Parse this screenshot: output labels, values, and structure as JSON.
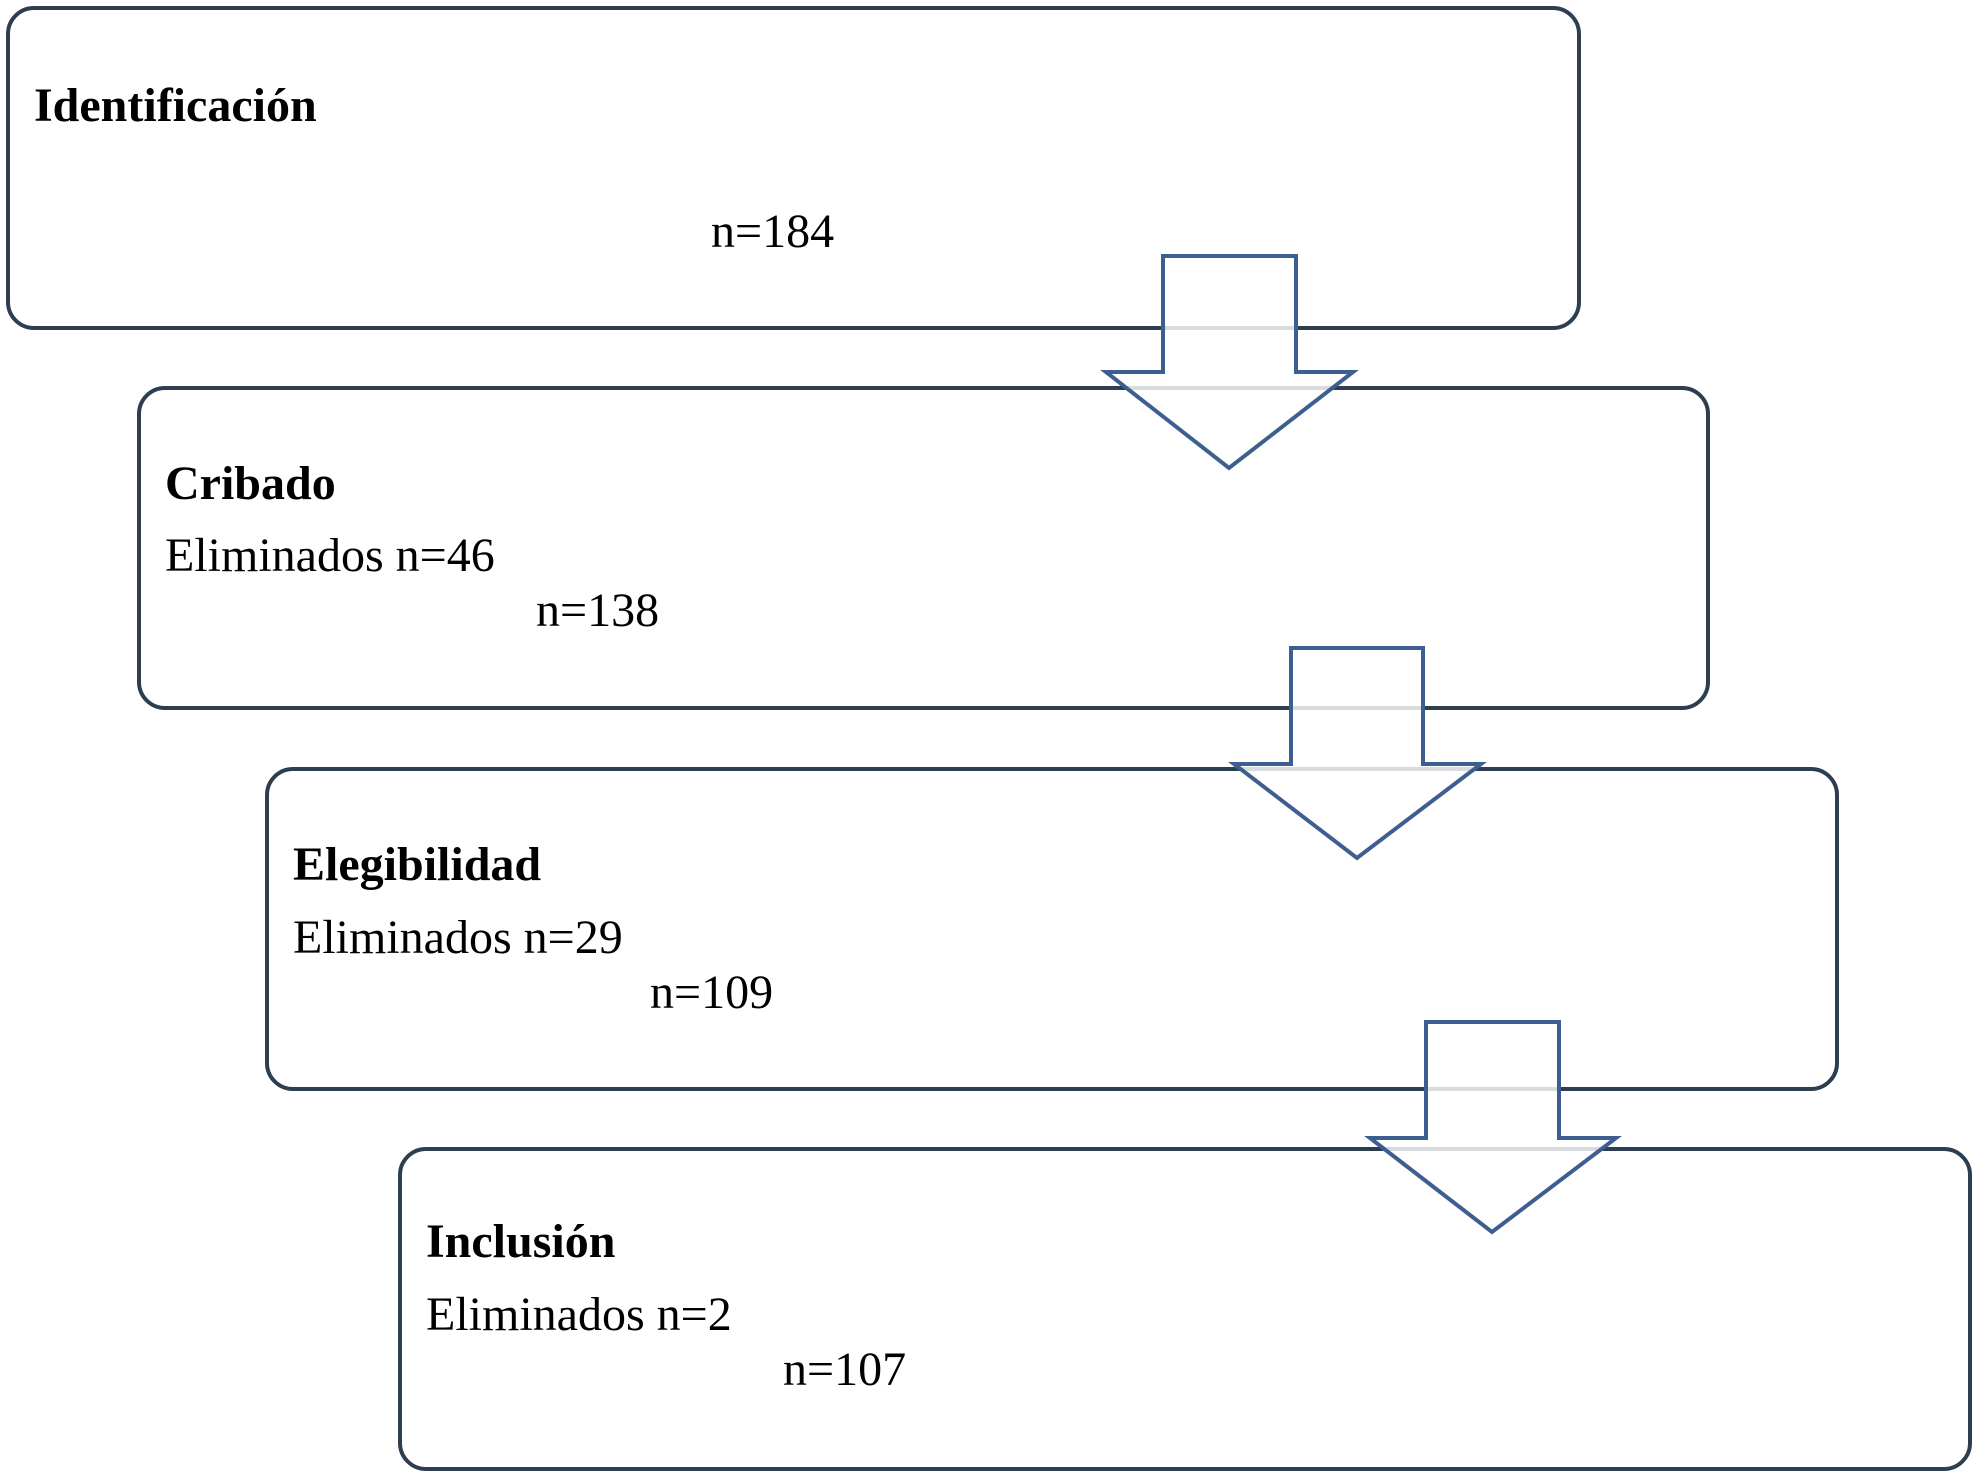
{
  "stages": [
    {
      "title": "Identificación",
      "eliminated": "",
      "count": "n=184"
    },
    {
      "title": "Cribado",
      "eliminated": "Eliminados n=46",
      "count": "n=138"
    },
    {
      "title": "Elegibilidad",
      "eliminated": "Eliminados n=29",
      "count": "n=109"
    },
    {
      "title": "Inclusión",
      "eliminated": "Eliminados n=2",
      "count": "n=107"
    }
  ],
  "colors": {
    "box_border": "#2c3e50",
    "arrow_border": "#3d5f8f",
    "text": "#000000",
    "background": "#ffffff"
  }
}
